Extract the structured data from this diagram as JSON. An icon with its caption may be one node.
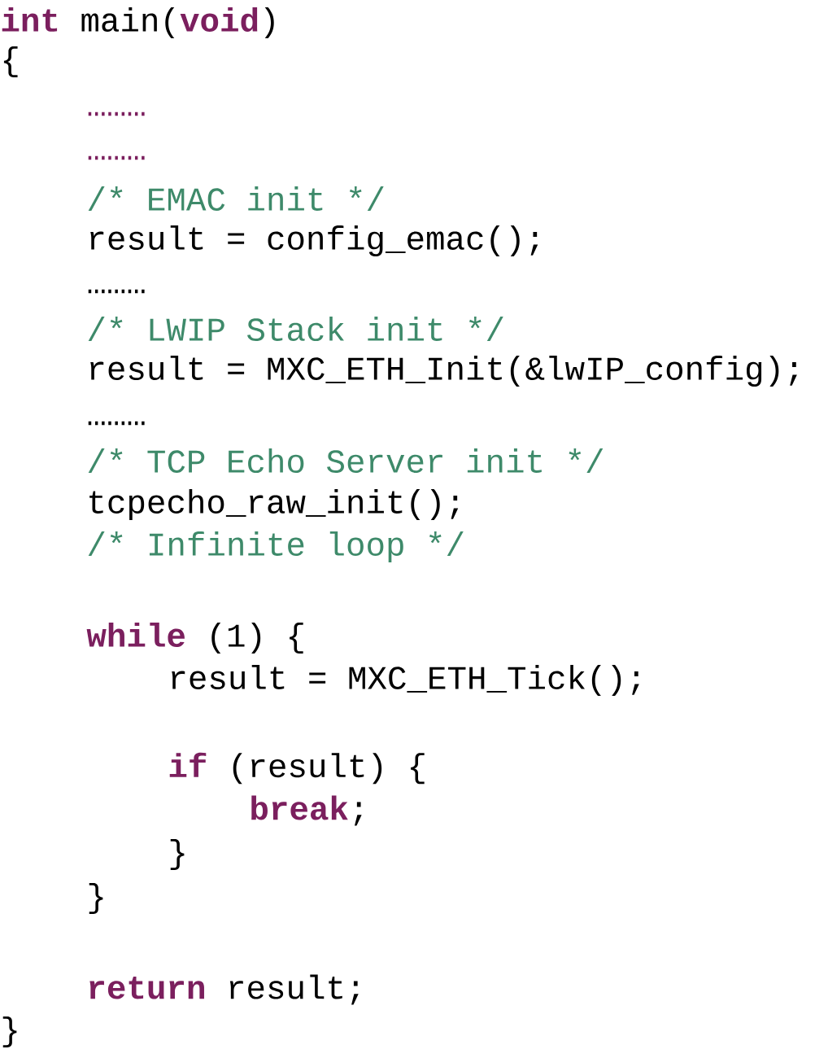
{
  "diagram": {
    "labels": [
      "**int** main(**void**)",
      "{",
      "………",
      "………",
      "/* EMAC init */",
      "result = config_emac();",
      "………",
      "/* LWIP Stack init */",
      "result = MXC_ETH_Init(&lwIP_config);",
      "………",
      "/* TCP Echo Server init */",
      "tcpecho_raw_init();",
      "/* Infinite loop */",
      "**while** (1) {",
      "result = MXC_ETH_Tick();",
      "**if** (result) {",
      "**break**;",
      "}",
      "}",
      "**return** result;",
      "}"
    ]
  }
}
